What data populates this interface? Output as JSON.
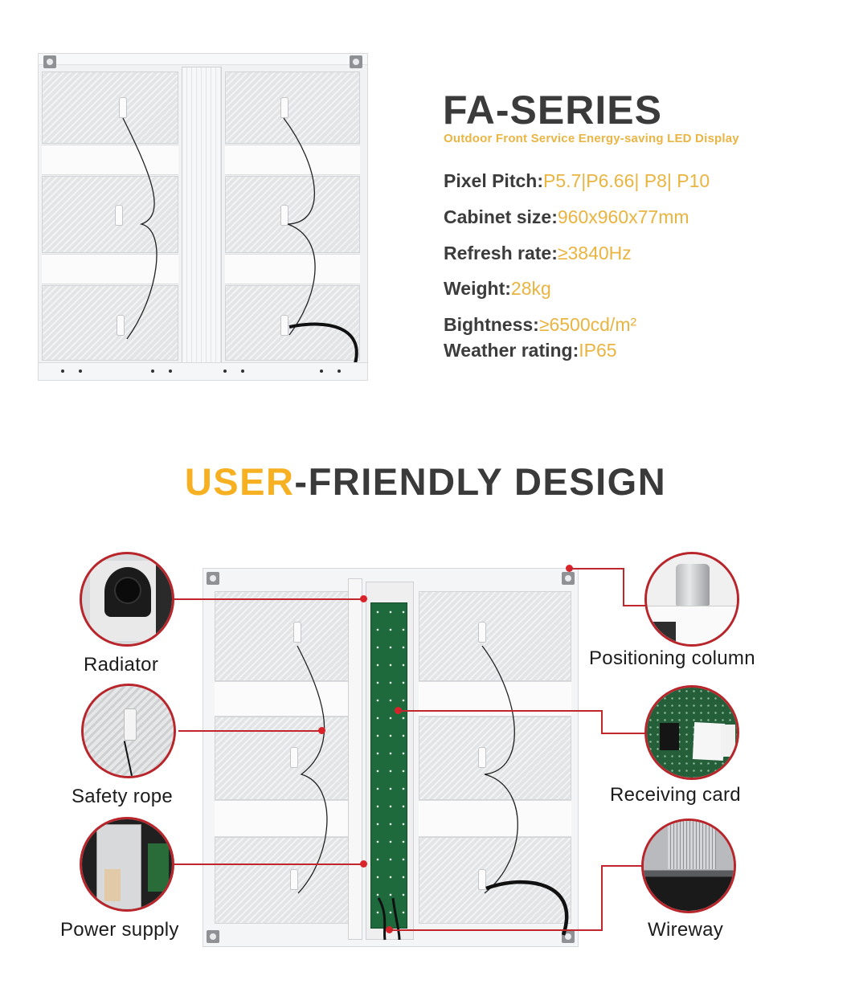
{
  "product": {
    "title": "FA-SERIES",
    "subtitle": "Outdoor Front Service Energy-saving LED Display"
  },
  "specs": [
    {
      "label": "Pixel Pitch:",
      "value": "P5.7|P6.66| P8| P10"
    },
    {
      "label": "Cabinet size:",
      "value": "960x960x77mm"
    },
    {
      "label": "Refresh rate:",
      "value": "≥3840Hz"
    },
    {
      "label": "Weight:",
      "value": "28kg"
    },
    {
      "label": "Bightness:",
      "value": "≥6500cd/m²"
    },
    {
      "label": "Weather rating:",
      "value": "IP65"
    }
  ],
  "design_section": {
    "title_highlight": "USER",
    "title_rest": "-FRIENDLY DESIGN"
  },
  "callouts": {
    "left": [
      {
        "label": "Radiator",
        "icon": "fan-icon"
      },
      {
        "label": "Safety rope",
        "icon": "rope-icon"
      },
      {
        "label": "Power supply",
        "icon": "power-supply-icon"
      }
    ],
    "right": [
      {
        "label": "Positioning column",
        "icon": "positioning-column-icon"
      },
      {
        "label": "Receiving card",
        "icon": "receiving-card-icon"
      },
      {
        "label": "Wireway",
        "icon": "wireway-icon"
      }
    ]
  },
  "colors": {
    "title_dark": "#3a3a3a",
    "accent_gold": "#eab440",
    "accent_orange": "#f6b021",
    "callout_red": "#c0262c"
  }
}
